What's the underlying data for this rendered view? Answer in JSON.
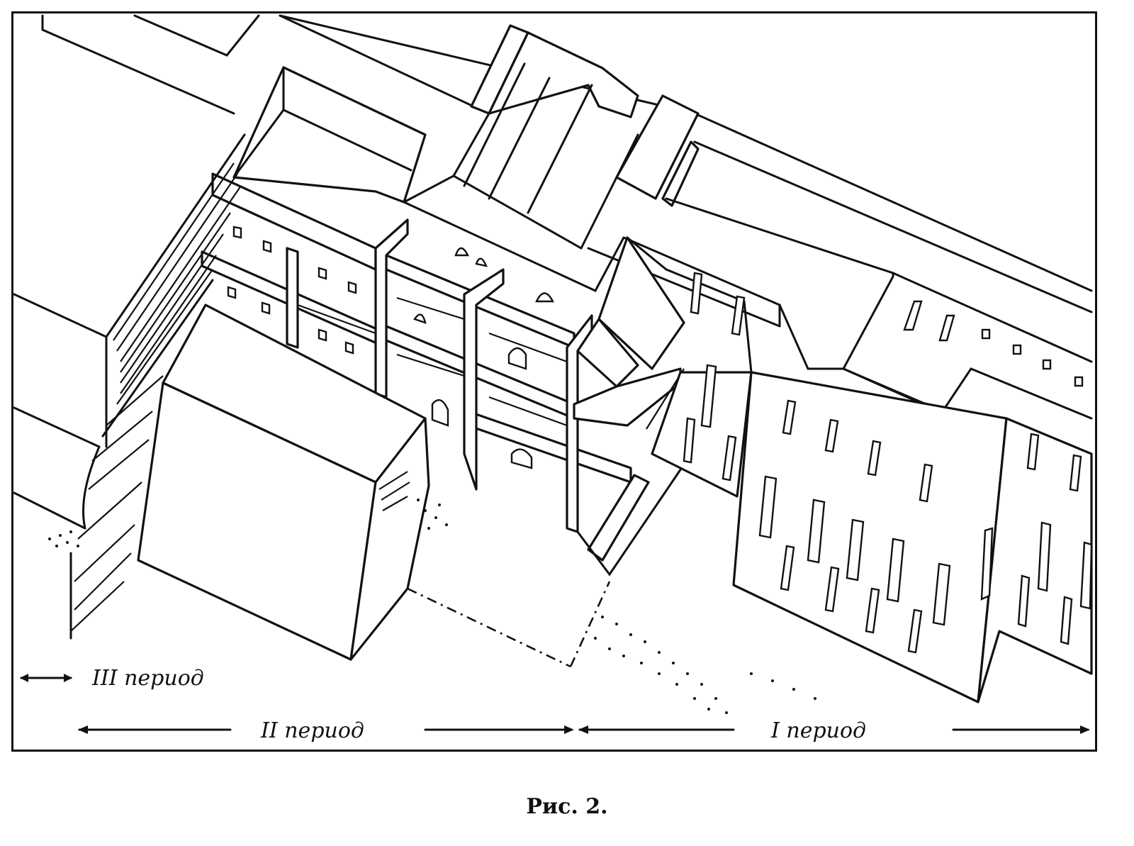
{
  "figure": {
    "caption": "Рис. 2.",
    "periods": [
      {
        "id": "period-3",
        "label": "III период"
      },
      {
        "id": "period-2",
        "label": "II период"
      },
      {
        "id": "period-1",
        "label": "I период"
      }
    ]
  }
}
